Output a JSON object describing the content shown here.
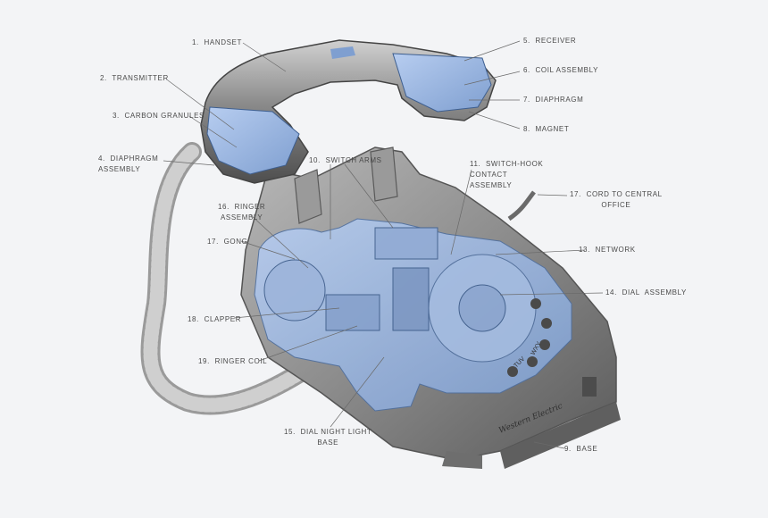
{
  "diagram": {
    "colors": {
      "background": "#f3f4f6",
      "body": "#8f8f8f",
      "body_dark": "#5f5f5f",
      "body_light": "#c9c9c9",
      "internal_blue": "#9dbbe6",
      "leader": "#6a6a6a"
    },
    "labels": {
      "handset": "1.  HANDSET",
      "transmitter": "2.  TRANSMITTER",
      "carbon_granules": "3.  CARBON GRANULES",
      "diaphragm_assembly": "4.  DIAPHRAGM\nASSEMBLY",
      "receiver": "5.  RECEIVER",
      "coil_assembly": "6.  COIL ASSEMBLY",
      "diaphragm": "7.  DIAPHRAGM",
      "magnet": "8.  MAGNET",
      "base": "9.  BASE",
      "switch_arms": "10.  SWITCH ARMS",
      "switch_hook": "11.  SWITCH-HOOK\nCONTACT\nASSEMBLY",
      "ringer_assembly": "16.  RINGER\nASSEMBLY",
      "gong": "17.  GONG",
      "clapper": "18.  CLAPPER",
      "ringer_coil": "19.  RINGER COIL",
      "dial_light": "15.  DIAL NIGHT LIGHT\nBASE",
      "cord": "17.  CORD TO CENTRAL\nOFFICE",
      "network": "13.  NETWORK",
      "dial_assembly": "14.  DIAL  ASSEMBLY"
    },
    "brand_mark": "Western Electric",
    "dial_letters": [
      "TUV",
      "WXY"
    ]
  }
}
